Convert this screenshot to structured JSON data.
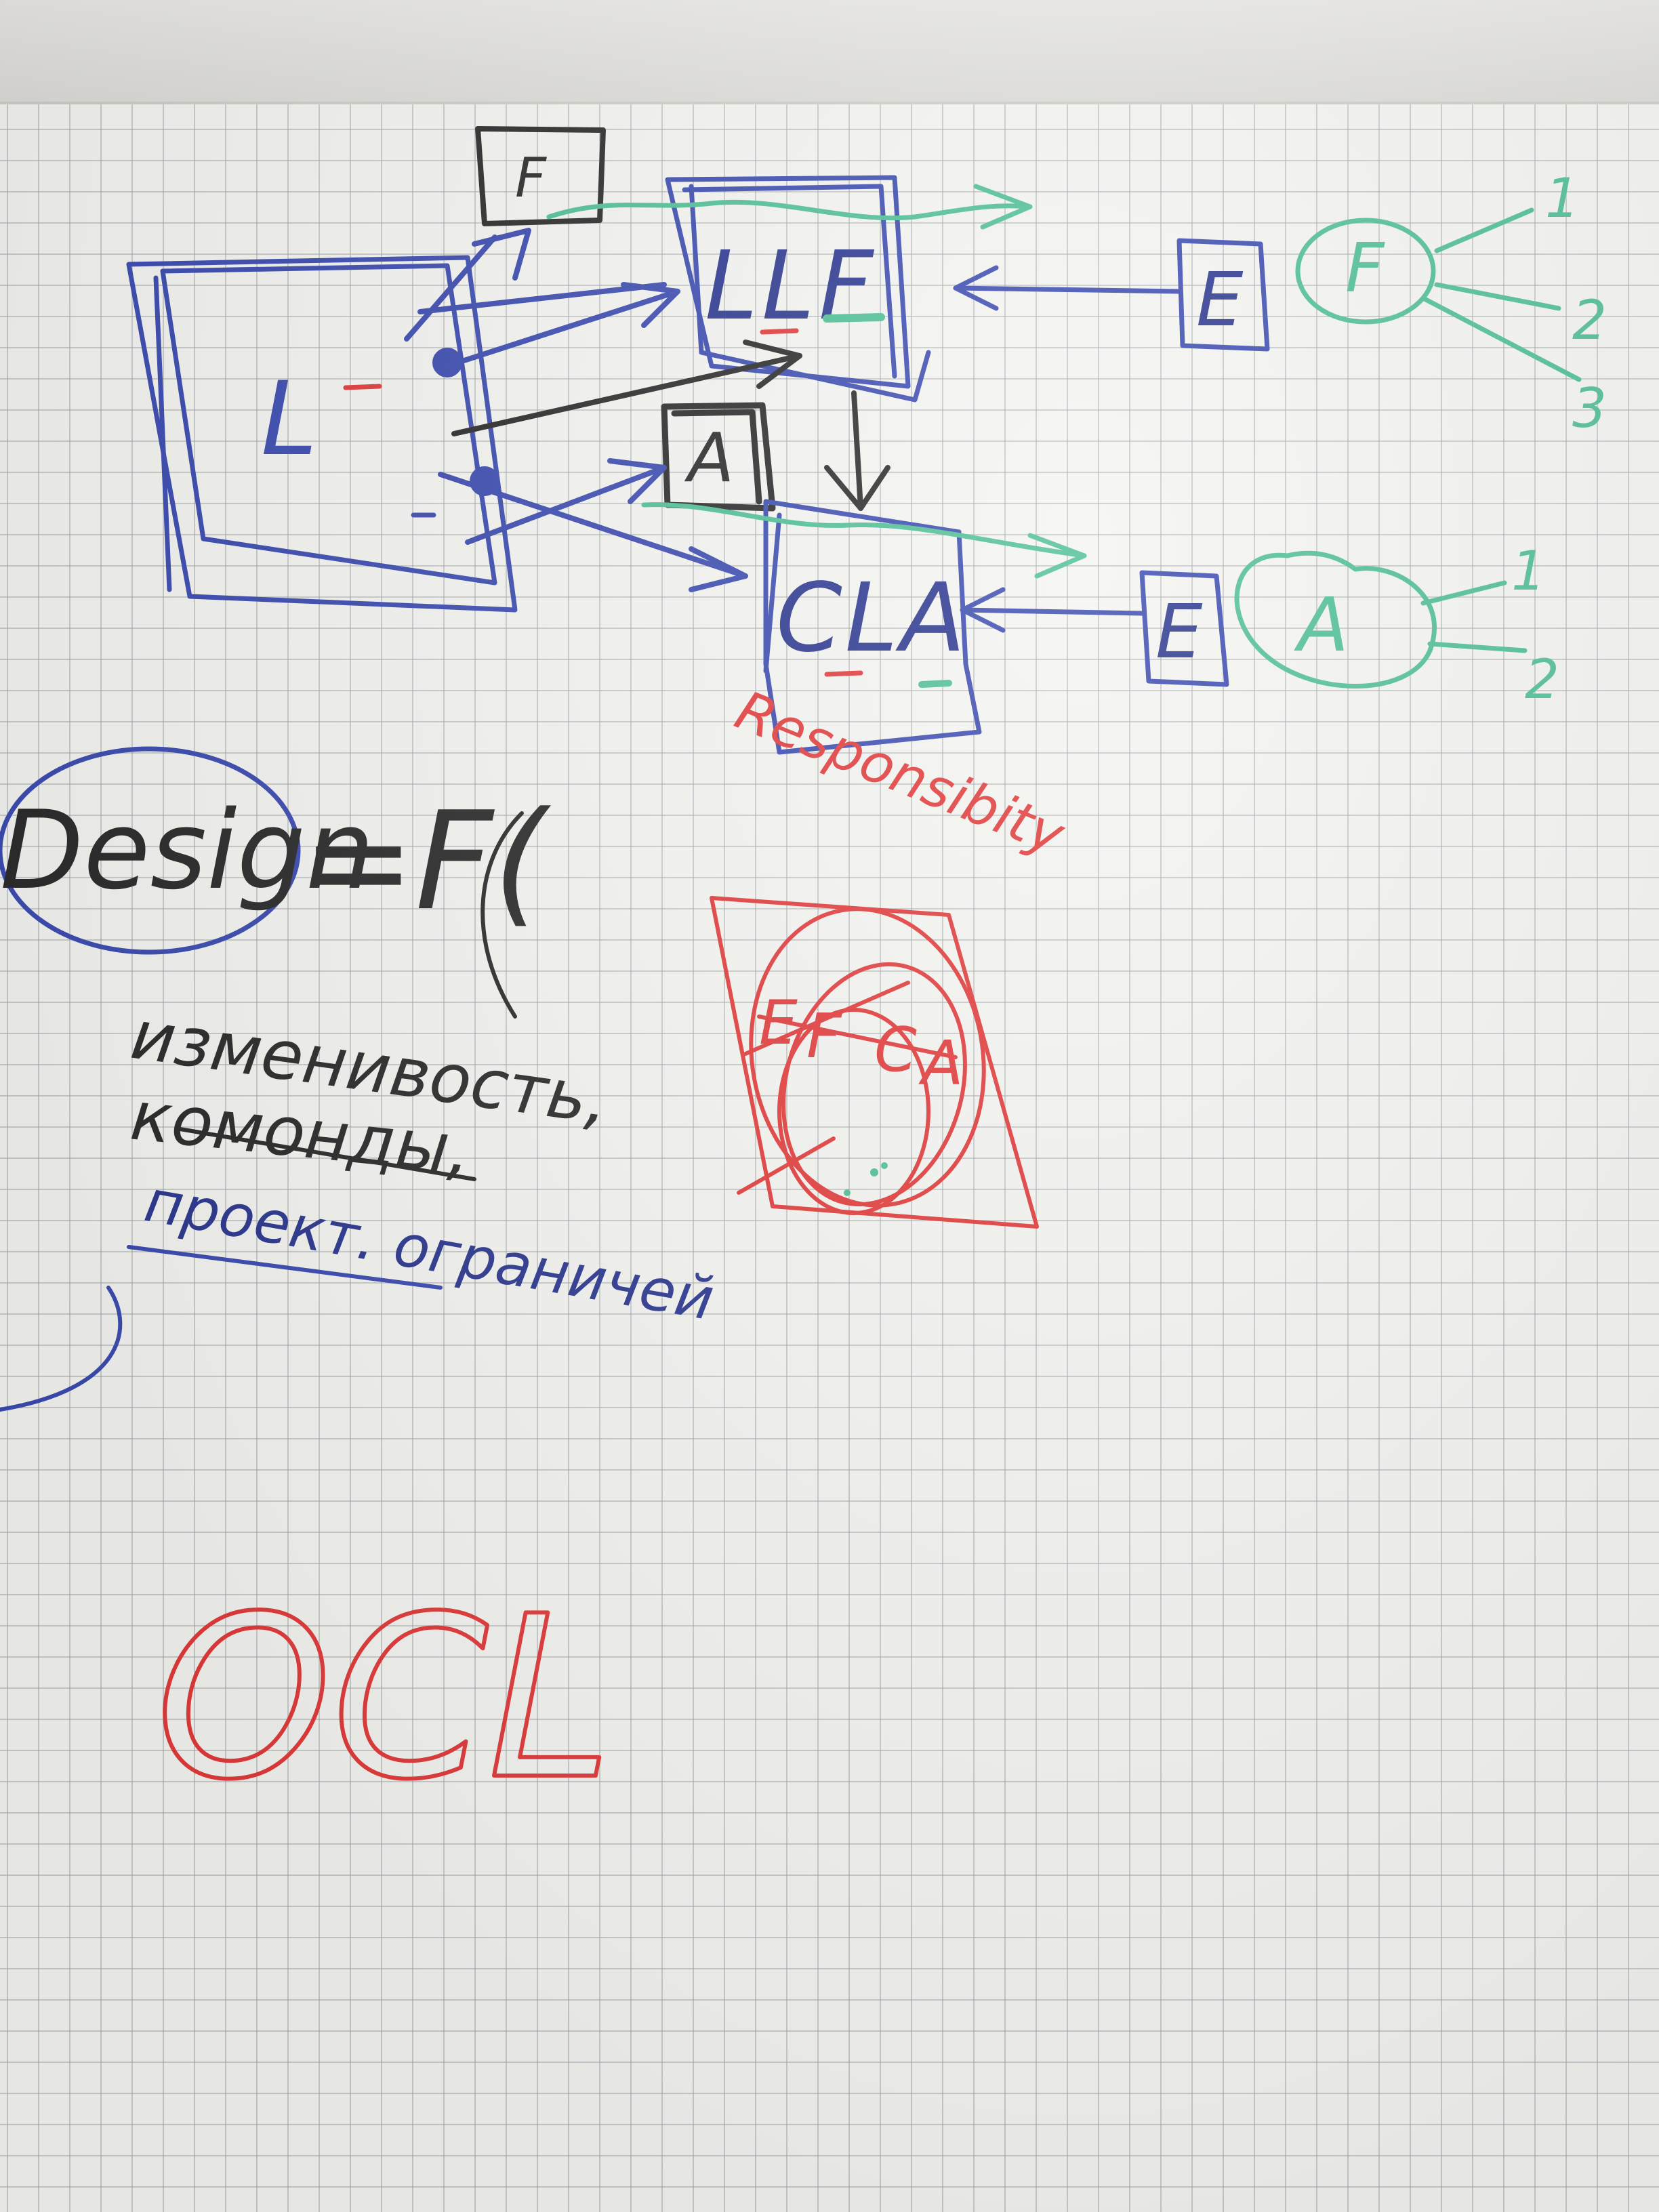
{
  "diagram": {
    "box_l_label": "L",
    "box_f_small_label": "F",
    "box_llf_label": "LLF",
    "box_a_small_label": "A",
    "box_cla_label": "CLA",
    "ext_top_label": "E",
    "ext_bottom_label": "E",
    "cloud_f_label": "F",
    "cloud_a_label": "A",
    "cloud_f_branches": [
      "1",
      "2",
      "3"
    ],
    "cloud_a_branches": [
      "1",
      "2"
    ],
    "responsibility_note": "Responsibity"
  },
  "formula": {
    "design_word": "Design",
    "equals_f": "=F(",
    "line1": "изменивость,",
    "line2": "комонды,",
    "line3": "проект. ограничей"
  },
  "scribble_labels": [
    "E",
    "F",
    "C",
    "A"
  ],
  "bottom_note": "OCL",
  "colors": {
    "blue": "#3b4bb0",
    "dark_blue": "#2b378f",
    "black": "#2a2a2a",
    "green": "#4fbf95",
    "red": "#e23a3a"
  }
}
